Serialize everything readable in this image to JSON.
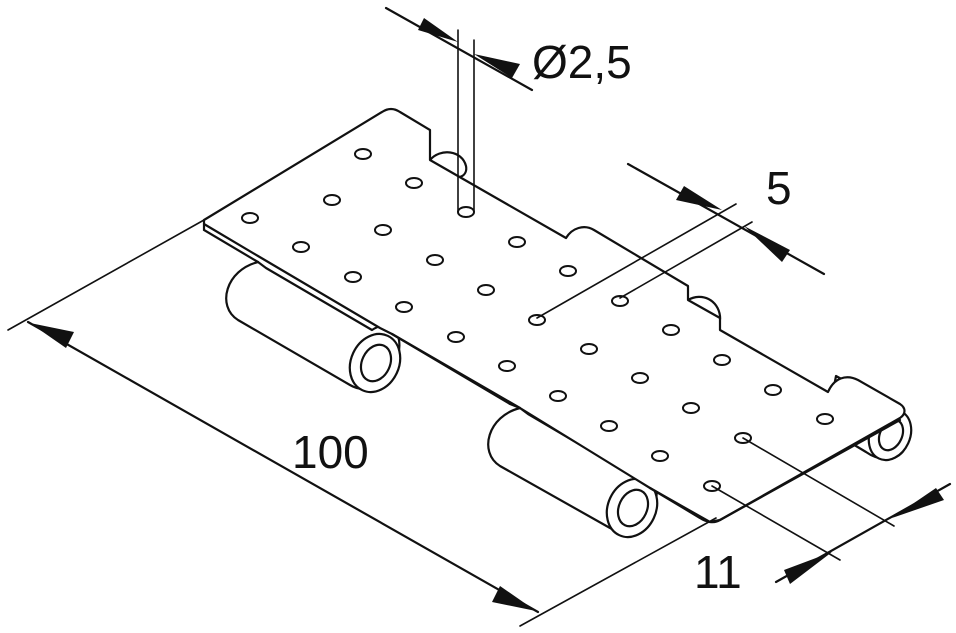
{
  "diagram": {
    "dimensions": {
      "diameter_label": "Ø2,5",
      "length_label": "100",
      "pitch_label": "5",
      "spacing_label": "11"
    }
  }
}
